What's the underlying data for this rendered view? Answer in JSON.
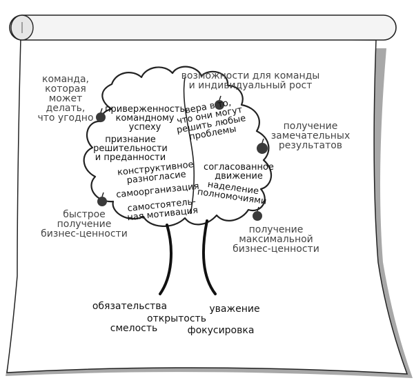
{
  "outer_labels": {
    "team": "команда,\nкоторая\nможет\nделать,\nчто угодно",
    "opportunities": "возможности для команды\nи индивидуальный рост",
    "remarkable_results": "получение\nзамечательных\nрезультатов",
    "fast_value": "быстрое\nполучение\nбизнес-ценности",
    "max_value": "получение\nмаксимальной\nбизнес-ценности"
  },
  "crown_labels": {
    "commitment": "приверженность\nкомандному\nуспеху",
    "belief": "вера в то,\nчто они могут\nрешить любые\nпроблемы",
    "recognition": "признание\nрешительности\nи преданности",
    "constructive": "конструктивное\nразногласие",
    "aligned": "согласованное\nдвижение",
    "self_org": "самоорганизация",
    "empowerment": "наделение\nполномочиями",
    "self_motivation": "самостоятель-\nная мотивация"
  },
  "values": {
    "commitment": "обязательства",
    "respect": "уважение",
    "openness": "открытость",
    "courage": "смелость",
    "focus": "фокусировка"
  },
  "colors": {
    "apple": "#3a3a3a",
    "paper_shadow": "#a8a8a8",
    "paper_fill": "#ffffff"
  }
}
